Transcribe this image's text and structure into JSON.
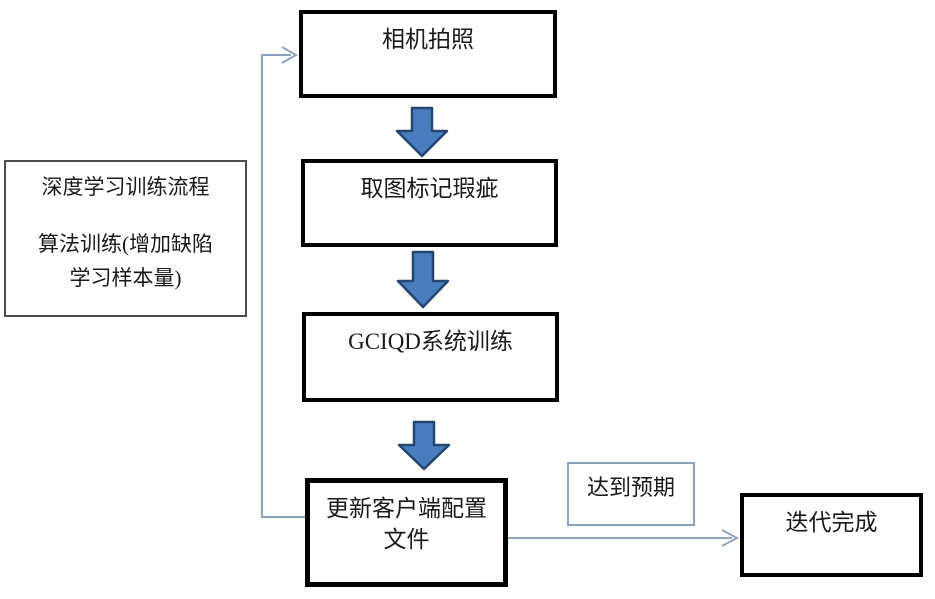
{
  "diagram": {
    "type": "flowchart",
    "nodes": {
      "camera": {
        "label": "相机拍照"
      },
      "mark_defects": {
        "label": "取图标记瑕疵"
      },
      "gciqd": {
        "label": "GCIQD系统训练"
      },
      "update_config": {
        "line1": "更新客户端配置",
        "line2": "文件"
      },
      "side_note": {
        "line1": "深度学习训练流程",
        "line2": "算法训练(增加缺陷",
        "line3": "学习样本量)"
      },
      "condition": {
        "label": "达到预期"
      },
      "done": {
        "label": "迭代完成"
      }
    },
    "edges": [
      {
        "from": "camera",
        "to": "mark_defects",
        "style": "block-arrow-down"
      },
      {
        "from": "mark_defects",
        "to": "gciqd",
        "style": "block-arrow-down"
      },
      {
        "from": "gciqd",
        "to": "update_config",
        "style": "block-arrow-down"
      },
      {
        "from": "update_config",
        "to": "camera",
        "style": "thin-loop-arrow"
      },
      {
        "from": "update_config",
        "to": "done",
        "style": "thin-arrow",
        "label": "达到预期"
      }
    ],
    "colors": {
      "background": "#ffffff",
      "text": "#1a1a1a",
      "box_border": "#000000",
      "side_box_border": "#4d4d4d",
      "condition_box_border": "#8da3bf",
      "arrow_fill": "#4a7dbd",
      "arrow_stroke": "#24466e",
      "connector": "#8da3c2"
    }
  }
}
